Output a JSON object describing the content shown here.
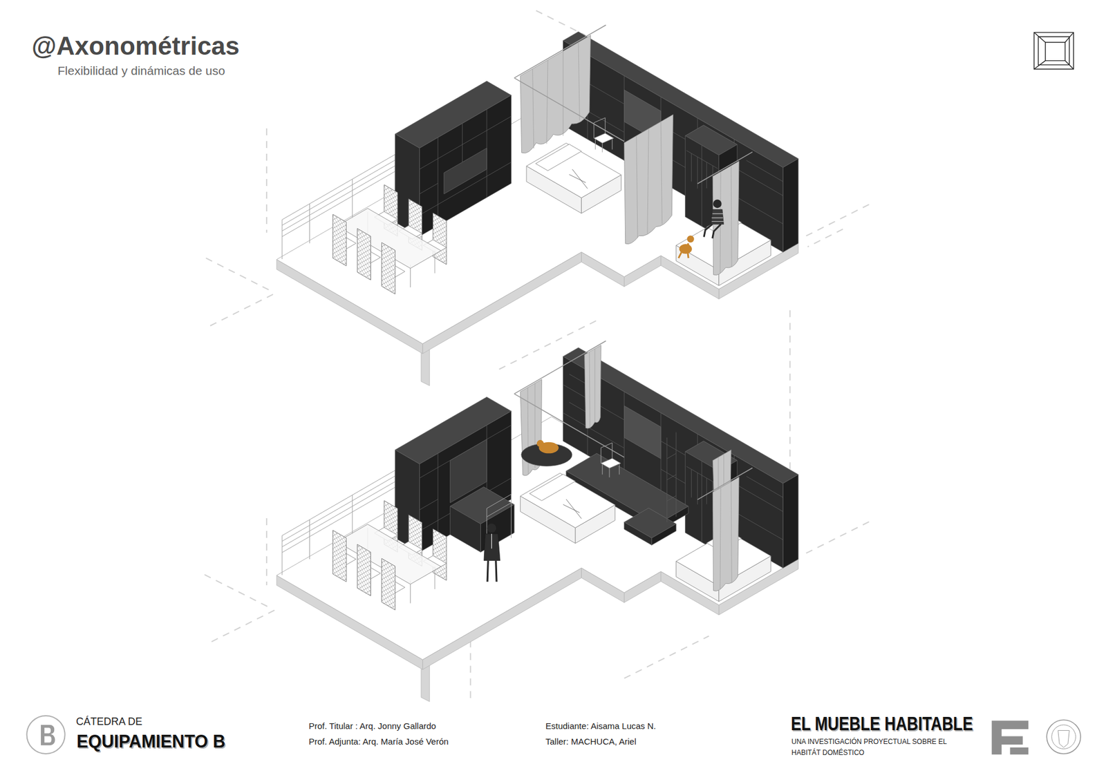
{
  "diagram": {
    "title": "@Axonométricas",
    "labels": [
      "Flexibilidad y dinámicas de uso",
      "CÁTEDRA DE",
      "EQUIPAMIENTO B",
      "Prof. Titular : Arq. Jonny Gallardo",
      "Prof. Adjunta: Arq. María José Verón",
      "Estudiante: Aisama Lucas N.",
      "Taller: MACHUCA, Ariel",
      "EL MUEBLE HABITABLE",
      "UNA INVESTIGACIÓN PROYECTUAL SOBRE EL HABITÁT DOMÉSTICO"
    ]
  }
}
